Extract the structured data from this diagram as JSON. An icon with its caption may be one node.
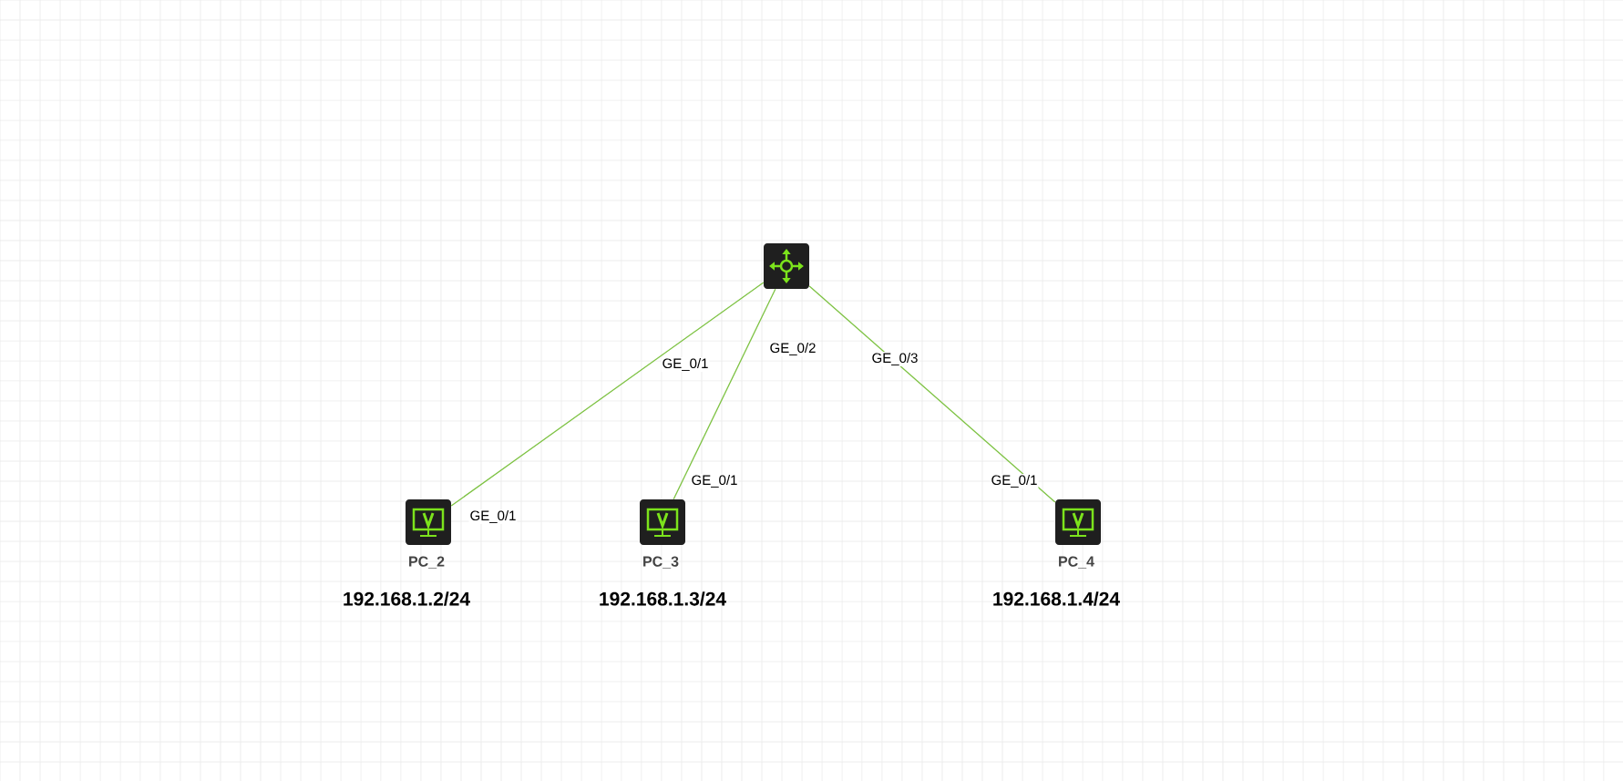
{
  "diagram": {
    "nodes": [
      {
        "text": [],
        "shape": "box"
      },
      {
        "text": [
          "PC_2"
        ],
        "beside": [
          "192.168.1.2/24"
        ]
      },
      {
        "text": [
          "PC_3"
        ],
        "beside": [
          "192.168.1.3/24"
        ]
      },
      {
        "text": [
          "PC_4"
        ],
        "beside": [
          "192.168.1.4/24"
        ]
      }
    ],
    "edges": [
      {
        "from": 0,
        "to": 1,
        "arrow": "none",
        "label": "GE_0/1"
      },
      {
        "from": 0,
        "to": 2,
        "arrow": "none",
        "label": "GE_0/2"
      },
      {
        "from": 0,
        "to": 3,
        "arrow": "none",
        "label": "GE_0/3"
      }
    ],
    "labels": [
      "GE_0/1",
      "GE_0/1",
      "GE_0/1"
    ]
  }
}
